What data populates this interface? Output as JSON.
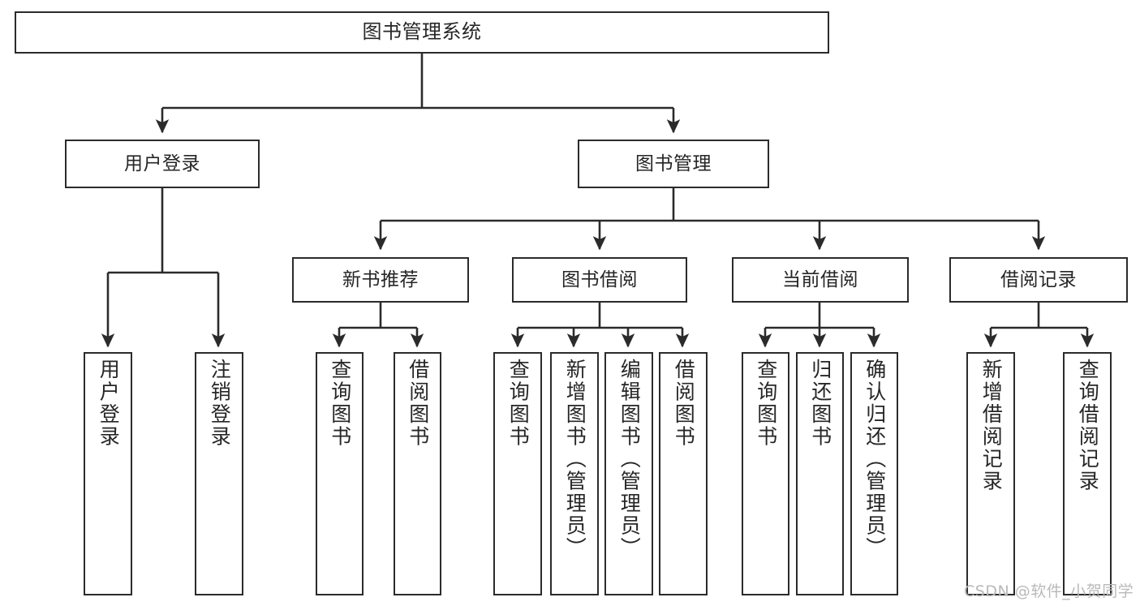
{
  "diagram": {
    "title": "图书管理系统",
    "type": "tree-structure-chart",
    "watermark": "CSDN @软件_小贺同学",
    "stroke_color": "#2b2b2b",
    "fill_color": "#ffffff",
    "text_color": "#262626",
    "watermark_color": "#b9b9b9"
  },
  "nodes": {
    "root": {
      "label": "图书管理系统"
    },
    "level1": [
      {
        "label": "用户登录"
      },
      {
        "label": "图书管理"
      }
    ],
    "level2": [
      {
        "label": "新书推荐"
      },
      {
        "label": "图书借阅"
      },
      {
        "label": "当前借阅"
      },
      {
        "label": "借阅记录"
      }
    ],
    "leaves": {
      "user_login": [
        {
          "label": "用户登录"
        },
        {
          "label": "注销登录"
        }
      ],
      "new_book_rec": [
        {
          "label": "查询图书"
        },
        {
          "label": "借阅图书"
        }
      ],
      "book_borrow": [
        {
          "label": "查询图书"
        },
        {
          "label": "新增图书（管理员）"
        },
        {
          "label": "编辑图书（管理员）"
        },
        {
          "label": "借阅图书"
        }
      ],
      "current_borrow": [
        {
          "label": "查询图书"
        },
        {
          "label": "归还图书"
        },
        {
          "label": "确认归还（管理员）"
        }
      ],
      "borrow_record": [
        {
          "label": "新增借阅记录"
        },
        {
          "label": "查询借阅记录"
        }
      ]
    }
  }
}
